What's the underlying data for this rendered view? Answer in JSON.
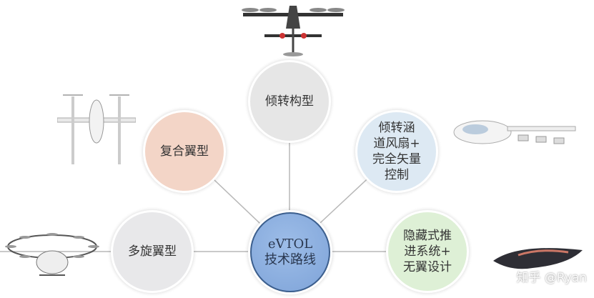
{
  "center": {
    "line1": "eVTOL",
    "line2": "技术路线",
    "color": "#86a9dc"
  },
  "nodes": [
    {
      "id": "tilt-rotor",
      "label": "倾转构型",
      "color": "#e6e6e6"
    },
    {
      "id": "compound-wing",
      "label": "复合翼型",
      "color": "#f3d5c7"
    },
    {
      "id": "multirotor",
      "label": "多旋翼型",
      "color": "#e8e8ea"
    },
    {
      "id": "tilt-duct",
      "label": "倾转涵\n道风扇+\n完全矢量\n控制",
      "color": "#dde9f3"
    },
    {
      "id": "hidden-propulsion",
      "label": "隐藏式推\n进系统+\n无翼设计",
      "color": "#def0d6"
    }
  ],
  "watermark": "知乎 @Ryan"
}
